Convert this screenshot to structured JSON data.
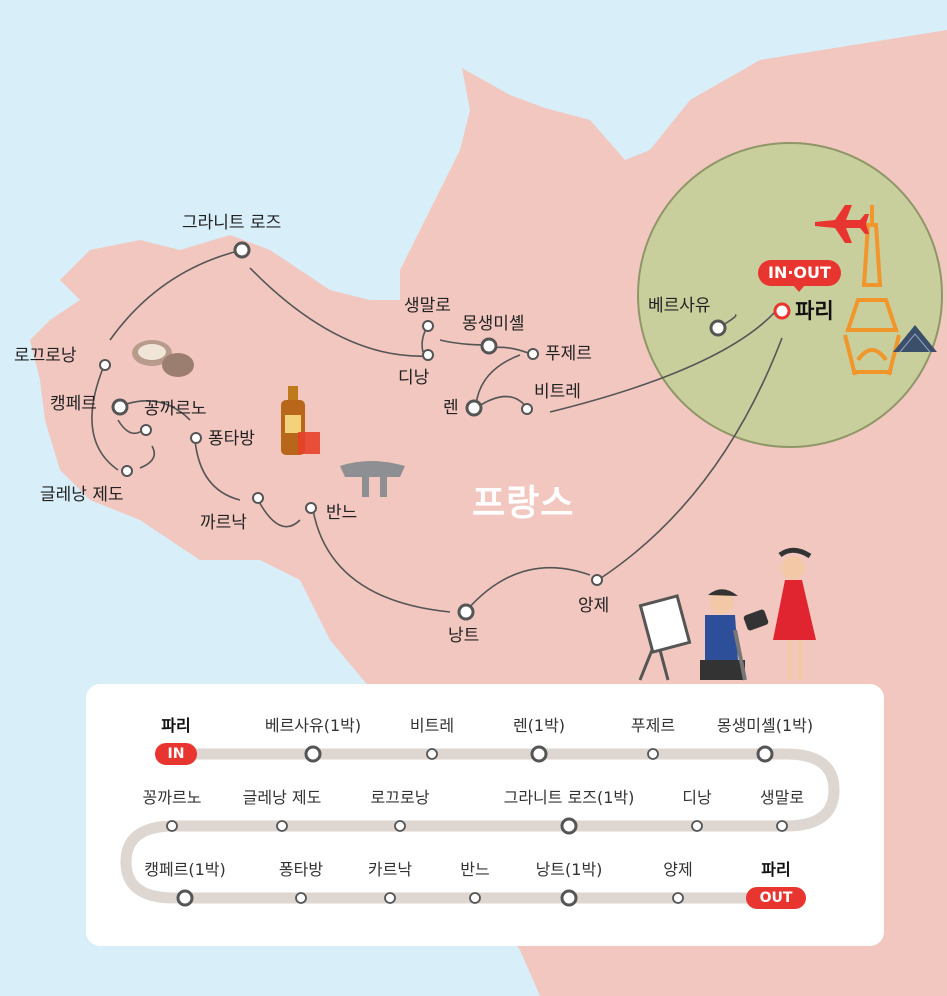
{
  "map": {
    "country_label": "프랑스",
    "inout_label": "IN·OUT",
    "paris_label": "파리",
    "places": {
      "granite_rose": "그라니트 로즈",
      "locquirec": "로끄로낭",
      "quimper": "캥페르",
      "concarneau": "꽁까르노",
      "glenan": "글레낭 제도",
      "pontaven": "퐁타방",
      "carnac": "까르낙",
      "vannes": "반느",
      "nantes": "낭트",
      "angers": "앙제",
      "saintmalo": "생말로",
      "montsaintmichel": "몽생미셸",
      "dinan": "디낭",
      "fougeres": "푸제르",
      "rennes": "렌",
      "vitre": "비트레",
      "versailles": "베르사유"
    },
    "colors": {
      "sea": "#d8eef8",
      "land": "#f2c7c0",
      "circle": "#c9cf9c",
      "accent": "#e8352f",
      "route": "#555555"
    }
  },
  "route_card": {
    "rows": [
      [
        {
          "label": "파리",
          "badge": "IN",
          "type": "endpoint"
        },
        {
          "label": "베르사유(1박)",
          "type": "overnight"
        },
        {
          "label": "비트레",
          "type": "stop"
        },
        {
          "label": "렌(1박)",
          "type": "overnight"
        },
        {
          "label": "푸제르",
          "type": "stop"
        },
        {
          "label": "몽생미셸(1박)",
          "type": "overnight"
        }
      ],
      [
        {
          "label": "꽁까르노",
          "type": "stop"
        },
        {
          "label": "글레낭 제도",
          "type": "stop"
        },
        {
          "label": "로끄로낭",
          "type": "stop"
        },
        {
          "label": "그라니트 로즈(1박)",
          "type": "overnight"
        },
        {
          "label": "디낭",
          "type": "stop"
        },
        {
          "label": "생말로",
          "type": "stop"
        }
      ],
      [
        {
          "label": "캥페르(1박)",
          "type": "overnight"
        },
        {
          "label": "퐁타방",
          "type": "stop"
        },
        {
          "label": "카르낙",
          "type": "stop"
        },
        {
          "label": "반느",
          "type": "stop"
        },
        {
          "label": "낭트(1박)",
          "type": "overnight"
        },
        {
          "label": "양제",
          "type": "stop"
        },
        {
          "label": "파리",
          "badge": "OUT",
          "type": "endpoint"
        }
      ]
    ]
  }
}
